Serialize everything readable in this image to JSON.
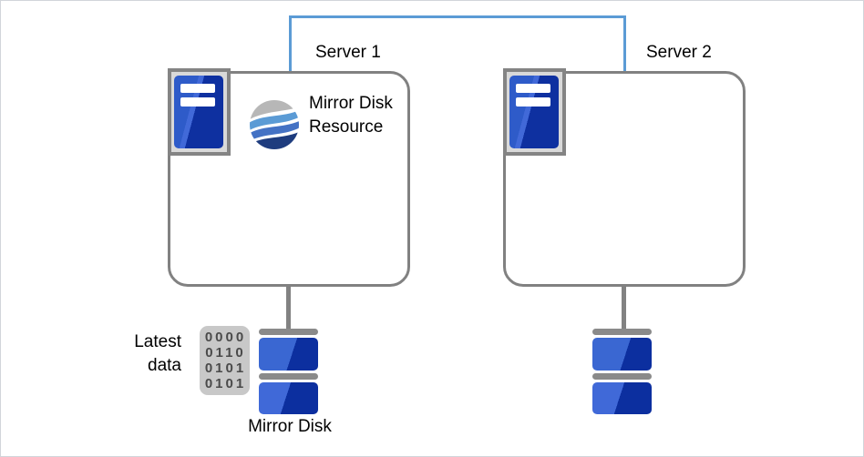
{
  "servers": [
    {
      "label": "Server 1"
    },
    {
      "label": "Server 2"
    }
  ],
  "resource": {
    "label": "Mirror Disk Resource"
  },
  "annotations": {
    "latest_data": "Latest data",
    "mirror_disk": "Mirror Disk"
  },
  "binary_data": {
    "rows": [
      "0000",
      "0110",
      "0101",
      "0101"
    ]
  },
  "colors": {
    "connector_blue": "#5b9bd5",
    "outline_gray": "#818181",
    "disk_bar_gray": "#8a8a8a",
    "server_tower_blue": "#2e5bc9",
    "server_tower_dark_blue": "#0e30a0",
    "server_icon_bg": "#d9d9d9",
    "disk_blue_light": "#3a67d2",
    "disk_blue_dark": "#0c2f9f",
    "wave_gray": "#b7b7b7",
    "wave_light_blue": "#5b9bd5",
    "wave_mid_blue": "#4472c4",
    "wave_navy": "#1e3c7e",
    "binary_bg": "#c8c8c8",
    "binary_text": "#4a4a4a"
  }
}
